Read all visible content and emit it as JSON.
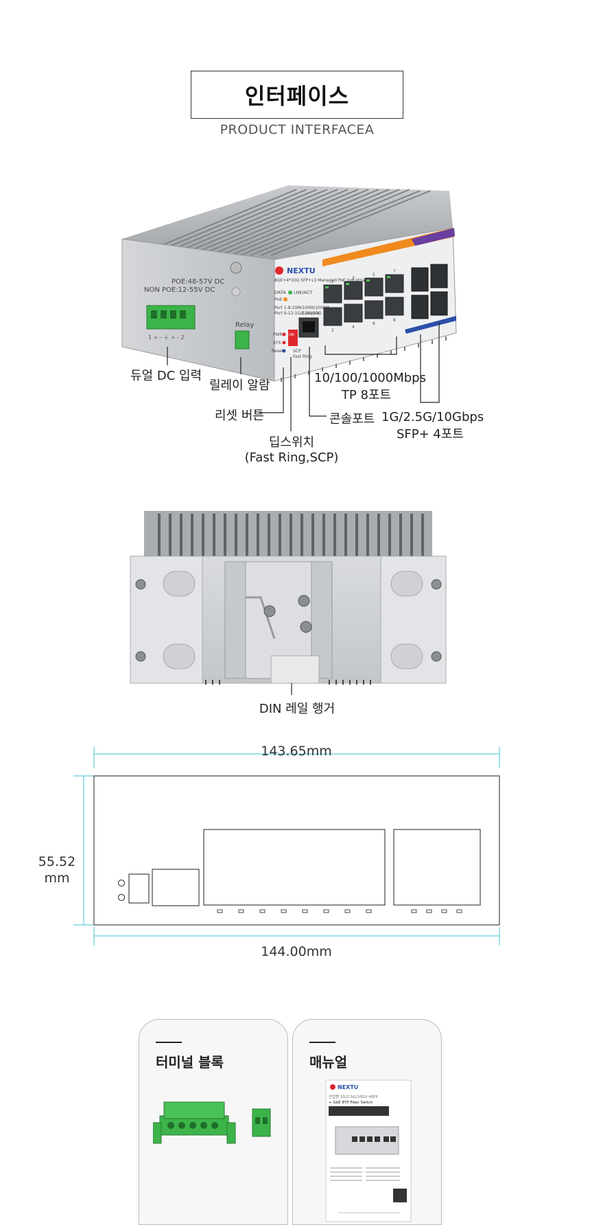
{
  "header": {
    "title": "인터페이스",
    "subtitle": "PRODUCT INTERFACEA"
  },
  "device_front": {
    "brand": "NEXTU",
    "model_text": "8GE+4*10G SFP+L3 Managed PoE Industrial Switch",
    "power_text_1": "POE:48-57V DC",
    "power_text_2": "NON POE:12-55V DC",
    "relay_text": "Relay",
    "console_text": "Console",
    "led_data": "DATA",
    "led_lnkact": "LNK/ACT",
    "led_poe": "PoE",
    "port_text_1": "Port 1-8:10M/100M/1000M",
    "port_text_2": "Port 9-12:1G/2.5G/10G",
    "pwr": "PWR",
    "sys": "SYS",
    "reset": "Reset",
    "scp": "SCP",
    "fastring": "Fast Ring",
    "on": "ON",
    "terminal_pins": "1 + - ⏚ + - 2",
    "port_numbers_top": [
      "1",
      "3",
      "5",
      "7"
    ],
    "port_numbers_bottom": [
      "2",
      "4",
      "6",
      "8"
    ]
  },
  "callouts": {
    "dual_dc": "듀얼 DC 입력",
    "relay_alarm": "릴레이 알람",
    "reset_button": "리셋 버튼",
    "tp_line1": "10/100/1000Mbps",
    "tp_line2": "TP 8포트",
    "console_port": "콘솔포트",
    "sfp_line1": "1G/2.5G/10Gbps",
    "sfp_line2": "SFP+ 4포트",
    "dip_line1": "딥스위치",
    "dip_line2": "(Fast Ring,SCP)"
  },
  "device_back": {
    "din_rail": "DIN 레일 행거"
  },
  "dimensions": {
    "top_width": "143.65mm",
    "height_value": "55.52",
    "height_unit": "mm",
    "bottom_width": "144.00mm"
  },
  "accessories": {
    "terminal_block": "터미널 블록",
    "manual": "매뉴얼",
    "manual_brand": "NEXTU",
    "manual_line1": "산업용 1G/2.5G/10GX 4SFP",
    "manual_line2": "+ GbE 8TP Fiber Switch"
  },
  "colors": {
    "dimension_line": "#5fcdd9",
    "brand_red": "#e0262d",
    "brand_blue": "#2b4fa8",
    "accent_orange": "#f08a1e",
    "accent_purple": "#6a3ea0",
    "terminal_green": "#3cb449"
  }
}
